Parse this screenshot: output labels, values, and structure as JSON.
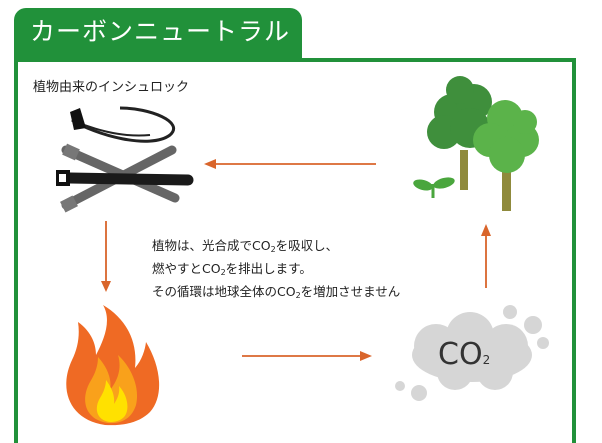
{
  "title": "カーボンニュートラル",
  "product_label": "植物由来のインシュロック",
  "description": {
    "line1_pre": "植物は、光合成でCO",
    "line1_sub": "2",
    "line1_post": "を吸収し、",
    "line2_pre": "燃やすとCO",
    "line2_sub": "2",
    "line2_post": "を排出します。",
    "line3_pre": "その循環は地球全体のCO",
    "line3_sub": "2",
    "line3_post": "を増加させません"
  },
  "co2_cloud": {
    "main": "CO",
    "sub": "2"
  },
  "colors": {
    "brand_green": "#21913a",
    "arrow": "#d9652b"
  },
  "icons": [
    "cable-tie-icon",
    "trees-icon",
    "sprout-icon",
    "fire-icon",
    "co2-cloud-icon"
  ]
}
